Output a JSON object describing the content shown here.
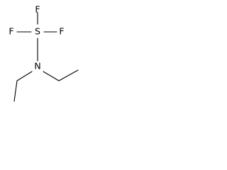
{
  "molecule": {
    "atoms": {
      "sulfur": "S",
      "fluorine_top": "F",
      "fluorine_left": "F",
      "fluorine_right": "F",
      "nitrogen": "N"
    }
  }
}
